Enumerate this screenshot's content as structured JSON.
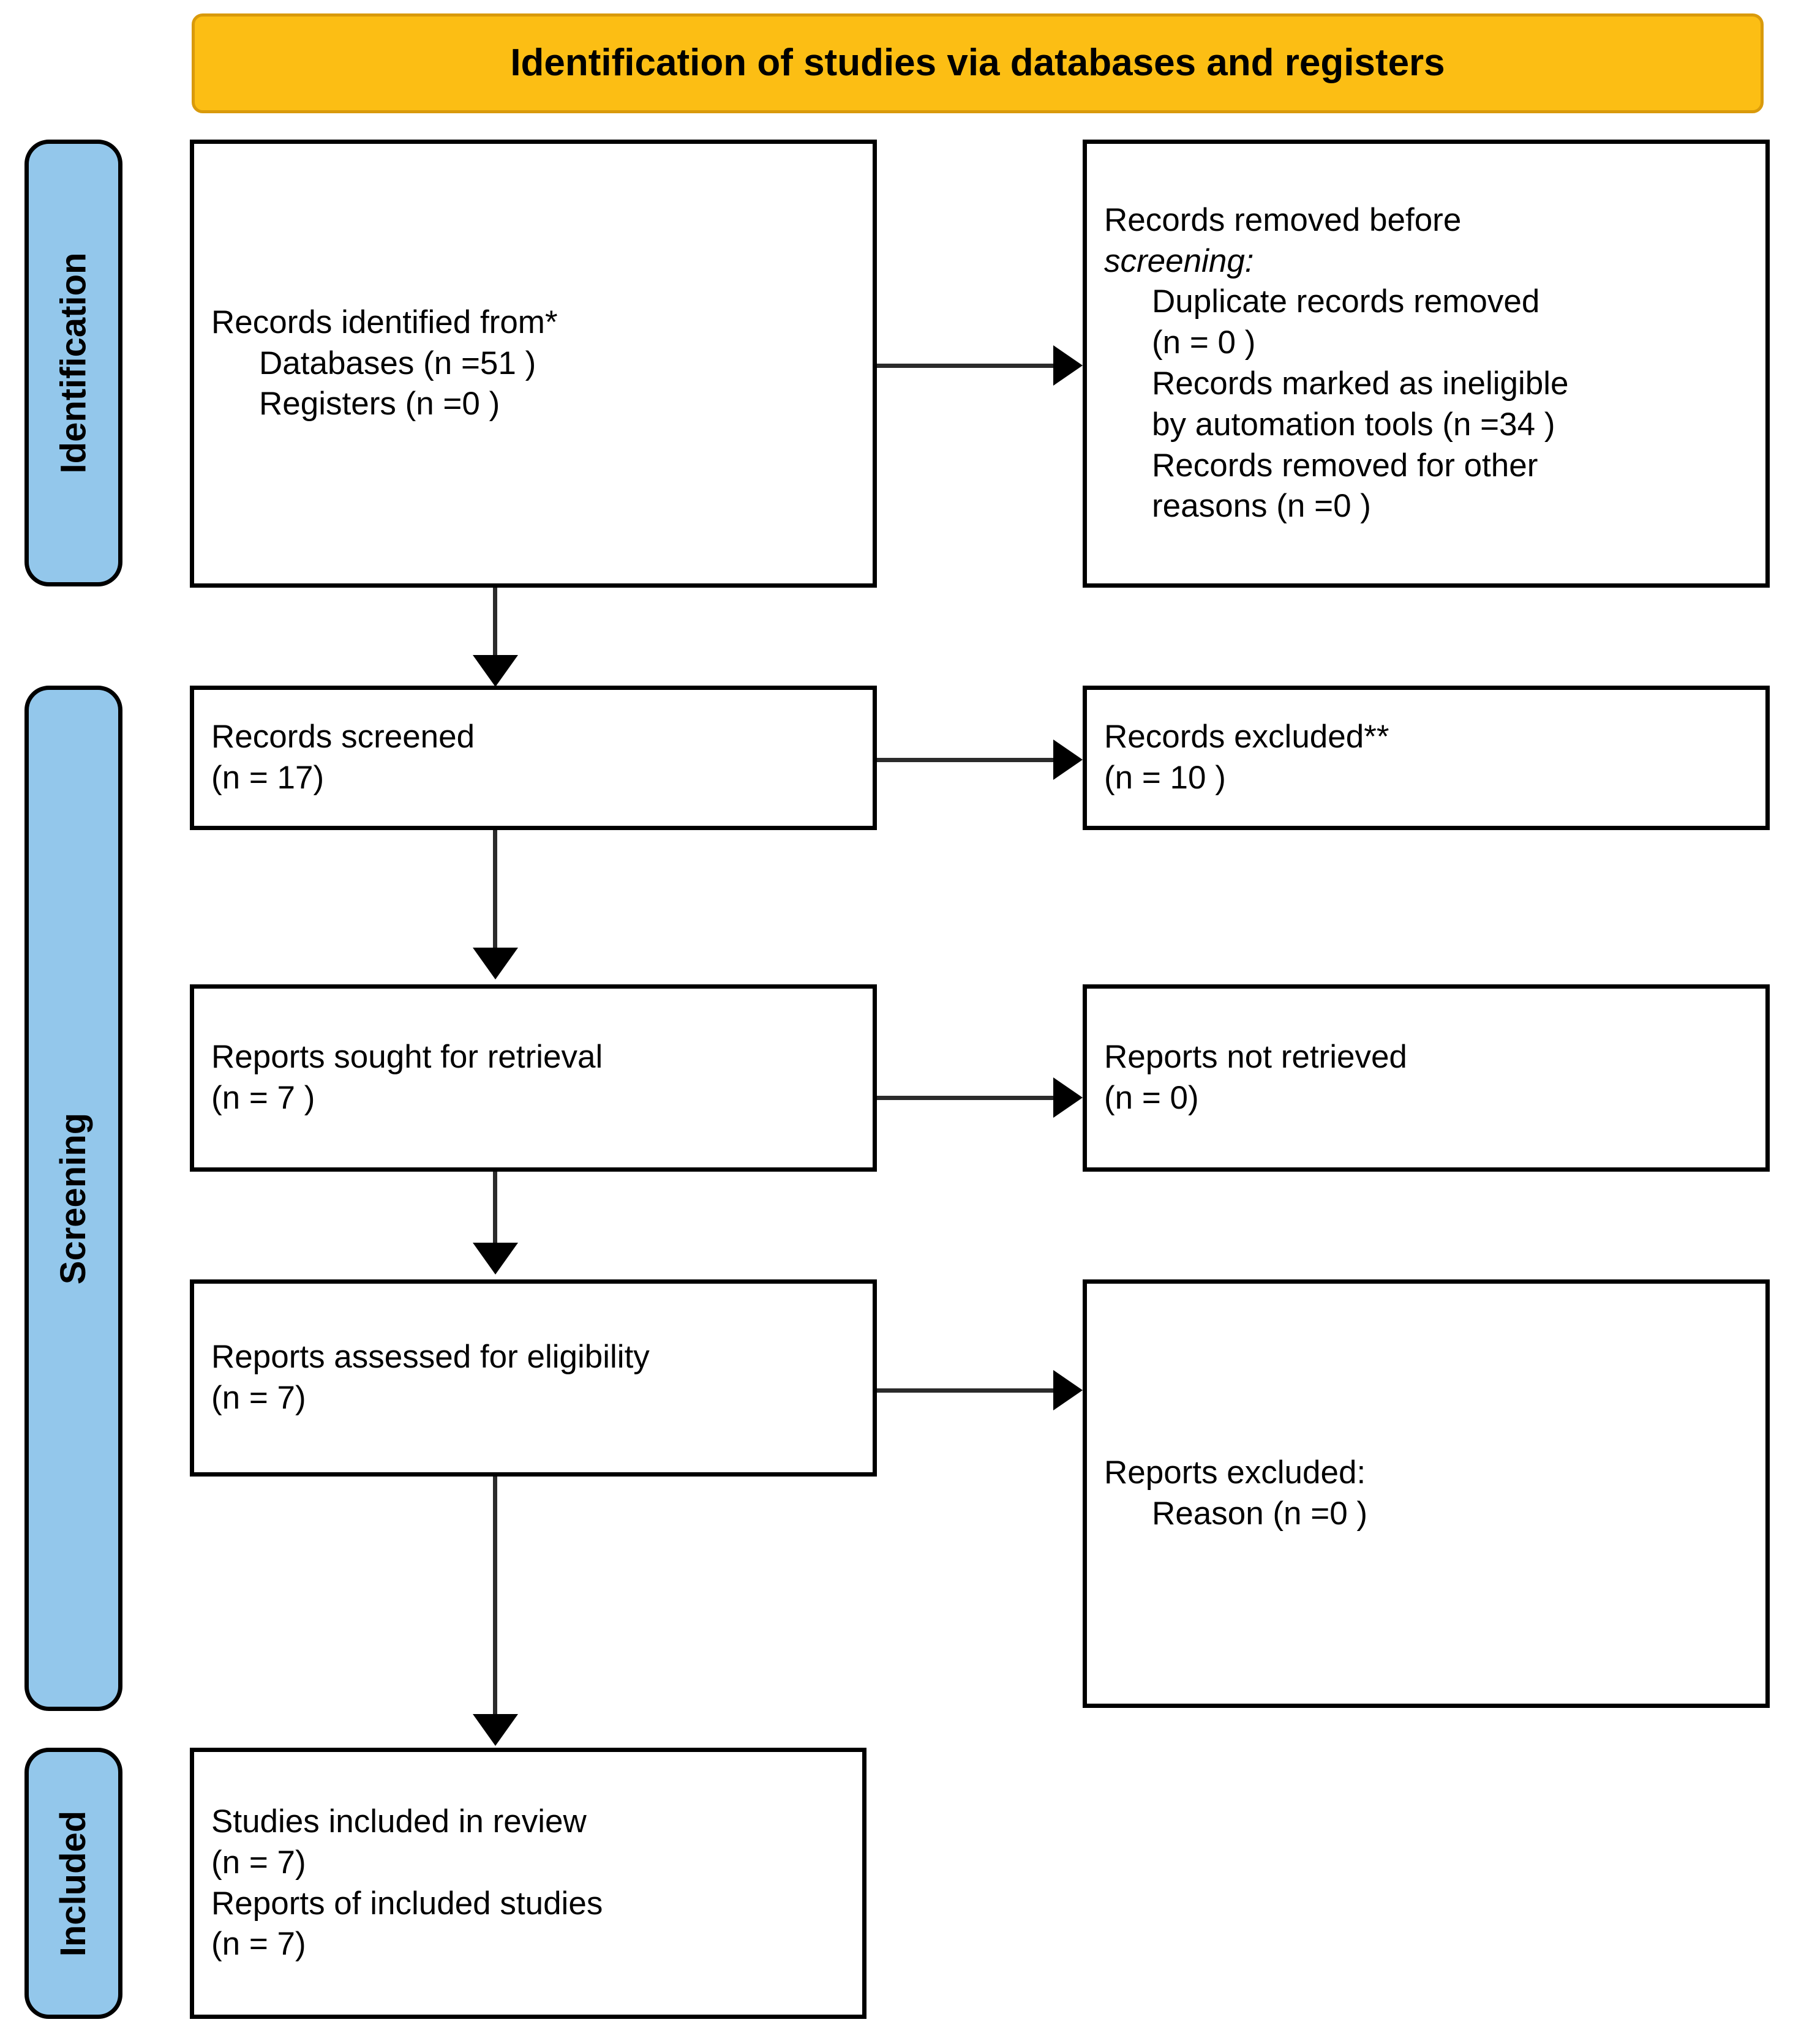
{
  "banner": {
    "title": "Identification of studies via databases and registers"
  },
  "stages": [
    {
      "key": "identification",
      "label": "Identification"
    },
    {
      "key": "screening",
      "label": "Screening"
    },
    {
      "key": "included",
      "label": "Included"
    }
  ],
  "boxes": {
    "identified": {
      "lines": [
        {
          "text": "Records identified from*",
          "indent": false,
          "italic": false
        },
        {
          "text": "Databases (n =51 )",
          "indent": true,
          "italic": false
        },
        {
          "text": "Registers (n =0 )",
          "indent": true,
          "italic": false
        }
      ]
    },
    "removed": {
      "lines": [
        {
          "text": "Records removed ",
          "indent": false,
          "italic": false
        },
        {
          "text": "Duplicate records removed",
          "indent": true,
          "italic": false
        },
        {
          "text": "(n = 0 )",
          "indent": true,
          "italic": false
        },
        {
          "text": "Records marked as ineligible",
          "indent": true,
          "italic": false
        },
        {
          "text": "by automation tools (n =34 )",
          "indent": true,
          "italic": false
        },
        {
          "text": "Records removed for other",
          "indent": true,
          "italic": false
        },
        {
          "text": "reasons (n =0 )",
          "indent": true,
          "italic": false
        }
      ],
      "italic_head": "before",
      "italic_second": "screening:"
    },
    "screened": {
      "lines": [
        {
          "text": "Records screened",
          "indent": false,
          "italic": false
        },
        {
          "text": "(n = 17)",
          "indent": false,
          "italic": false
        }
      ]
    },
    "excluded": {
      "lines": [
        {
          "text": "Records excluded**",
          "indent": false,
          "italic": false
        },
        {
          "text": "(n = 10 )",
          "indent": false,
          "italic": false
        }
      ]
    },
    "sought": {
      "lines": [
        {
          "text": "Reports sought for retrieval",
          "indent": false,
          "italic": false
        },
        {
          "text": "(n = 7 )",
          "indent": false,
          "italic": false
        }
      ]
    },
    "not_retrieved": {
      "lines": [
        {
          "text": "Reports not retrieved",
          "indent": false,
          "italic": false
        },
        {
          "text": "(n = 0)",
          "indent": false,
          "italic": false
        }
      ]
    },
    "assessed": {
      "lines": [
        {
          "text": "Reports assessed for eligibility",
          "indent": false,
          "italic": false
        },
        {
          "text": "(n = 7)",
          "indent": false,
          "italic": false
        }
      ]
    },
    "reports_excluded": {
      "lines": [
        {
          "text": "Reports excluded:",
          "indent": false,
          "italic": false
        },
        {
          "text": "Reason  (n =0 )",
          "indent": true,
          "italic": false
        }
      ]
    },
    "included": {
      "lines": [
        {
          "text": "Studies included in review",
          "indent": false,
          "italic": false
        },
        {
          "text": "(n = 7)",
          "indent": false,
          "italic": false
        },
        {
          "text": "Reports of included studies",
          "indent": false,
          "italic": false
        },
        {
          "text": "(n = 7)",
          "indent": false,
          "italic": false
        }
      ]
    }
  },
  "colors": {
    "banner_fill": "#FCBE14",
    "banner_border": "#D99A0B",
    "stage_fill": "#93C7EB",
    "outline": "#000000",
    "connector": "#2b2b2b",
    "background": "#FFFFFF"
  }
}
